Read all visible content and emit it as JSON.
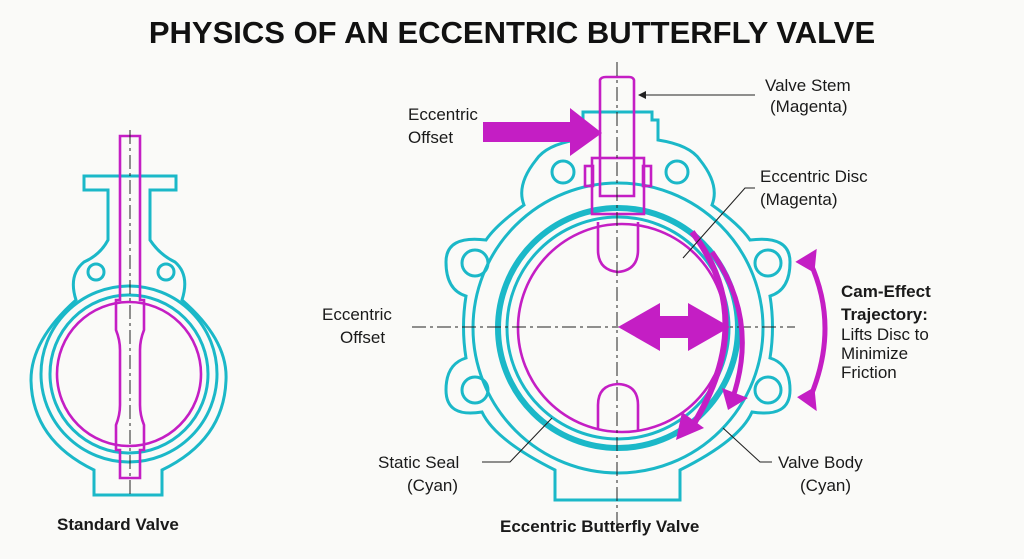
{
  "title": "PHYSICS OF AN ECCENTRIC BUTTERFLY VALVE",
  "colors": {
    "cyan": "#1bb8c8",
    "magenta": "#c41ec4"
  },
  "labels": {
    "standard_valve": "Standard Valve",
    "eccentric_valve": "Eccentric Butterfly Valve",
    "valve_stem": [
      "Valve Stem",
      "(Magenta)"
    ],
    "eccentric_offset_top": [
      "Eccentric",
      "Offset"
    ],
    "eccentric_disc": [
      "Eccentric Disc",
      "(Magenta)"
    ],
    "eccentric_offset_mid": [
      "Eccentric",
      "Offset"
    ],
    "cam_effect": [
      "Cam-Effect",
      "Trajectory:"
    ],
    "cam_effect_desc": [
      "Lifts Disc to",
      "Minimize",
      "Friction"
    ],
    "static_seal": [
      "Static Seal",
      "(Cyan)"
    ],
    "valve_body": [
      "Valve Body",
      "(Cyan)"
    ]
  }
}
